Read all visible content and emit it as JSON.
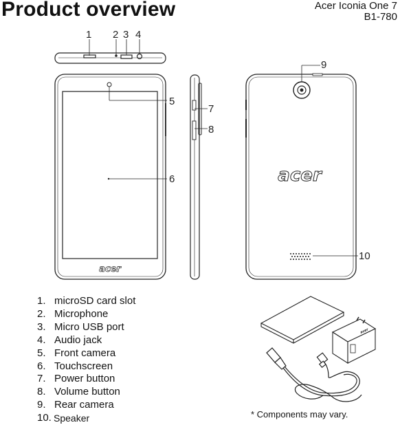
{
  "header": {
    "title": "Product overview",
    "model_line1": "Acer Iconia One 7",
    "model_line2": "B1-780"
  },
  "callouts": [
    "1",
    "2",
    "3",
    "4",
    "5",
    "6",
    "7",
    "8",
    "9",
    "10"
  ],
  "components": [
    {
      "num": "1.",
      "label": "microSD card slot"
    },
    {
      "num": "2.",
      "label": "Microphone"
    },
    {
      "num": "3.",
      "label": "Micro USB port"
    },
    {
      "num": "4.",
      "label": "Audio jack"
    },
    {
      "num": "5.",
      "label": "Front camera"
    },
    {
      "num": "6.",
      "label": "Touchscreen"
    },
    {
      "num": "7.",
      "label": "Power button"
    },
    {
      "num": "8.",
      "label": "Volume button"
    },
    {
      "num": "9.",
      "label": "Rear camera"
    },
    {
      "num": "10.",
      "label": "Speaker"
    }
  ],
  "brand_logo_text": "acer",
  "note": "* Components may vary.",
  "charger_label": "acer"
}
